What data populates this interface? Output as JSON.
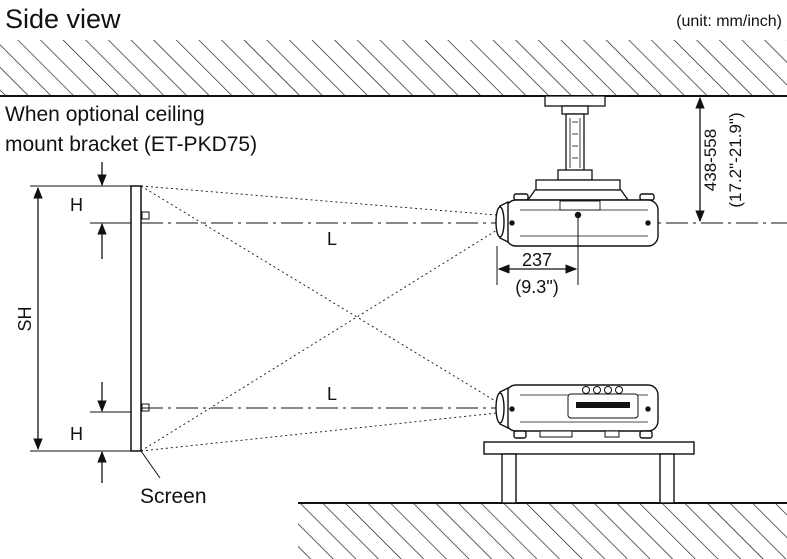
{
  "title": "Side view",
  "unit": "(unit: mm/inch)",
  "caption": {
    "line1": "When optional ceiling",
    "line2": "mount bracket (ET-PKD75)"
  },
  "labels": {
    "h_top": "H",
    "h_bottom": "H",
    "sh": "SH",
    "l_top": "L",
    "l_bottom": "L",
    "screen": "Screen"
  },
  "dimensions": {
    "offset_mm": "237",
    "offset_in": "(9.3\")",
    "ceiling_mm": "438-558",
    "ceiling_in": "(17.2\"-21.9\")"
  }
}
